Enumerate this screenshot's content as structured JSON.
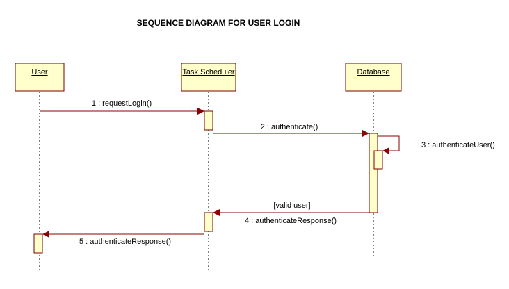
{
  "title": "SEQUENCE DIAGRAM FOR USER LOGIN",
  "lifelines": [
    {
      "id": "user",
      "label": "User"
    },
    {
      "id": "scheduler",
      "label": "Task Scheduler"
    },
    {
      "id": "database",
      "label": "Database"
    }
  ],
  "messages": [
    {
      "number": 1,
      "label": "1 : requestLogin()",
      "from": "user",
      "to": "scheduler"
    },
    {
      "number": 2,
      "label": "2 : authenticate()",
      "from": "scheduler",
      "to": "database"
    },
    {
      "number": 3,
      "label": "3 : authenticateUser()",
      "from": "database",
      "to": "database"
    },
    {
      "number": 4,
      "label": "4 : authenticateResponse()",
      "guard": "[valid user]",
      "from": "database",
      "to": "scheduler"
    },
    {
      "number": 5,
      "label": "5 : authenticateResponse()",
      "from": "scheduler",
      "to": "user"
    }
  ],
  "colors": {
    "box_fill": "#FFFFCC",
    "box_stroke": "#7A0000",
    "activation_stroke": "#7A0000",
    "message_line": "#8B0000",
    "arrowhead": "#8B0000",
    "lifeline": "#000000"
  }
}
